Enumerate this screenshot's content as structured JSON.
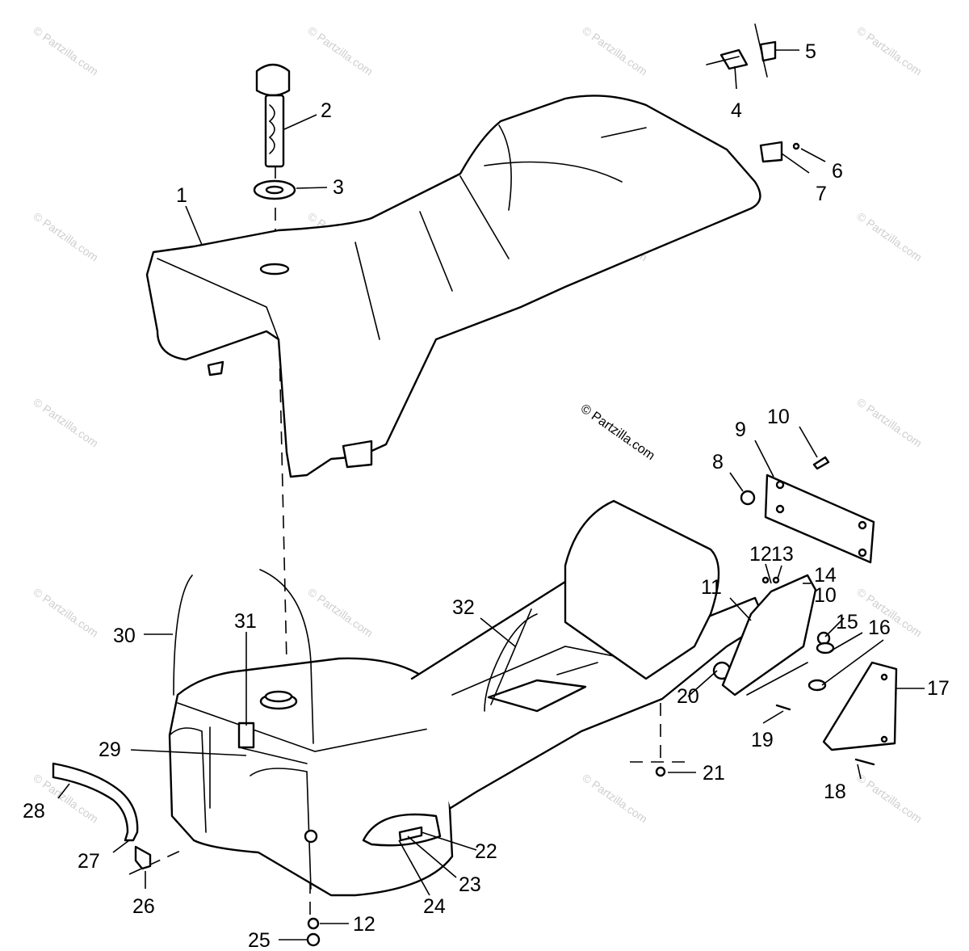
{
  "diagram": {
    "callouts": [
      "1",
      "2",
      "3",
      "4",
      "5",
      "6",
      "7",
      "8",
      "9",
      "10",
      "10",
      "11",
      "12",
      "12",
      "13",
      "14",
      "15",
      "16",
      "17",
      "18",
      "19",
      "20",
      "21",
      "22",
      "23",
      "24",
      "25",
      "26",
      "27",
      "28",
      "29",
      "30",
      "31",
      "32"
    ],
    "copyright": "© Partzilla.com",
    "watermark": "© Partzilla.com"
  }
}
